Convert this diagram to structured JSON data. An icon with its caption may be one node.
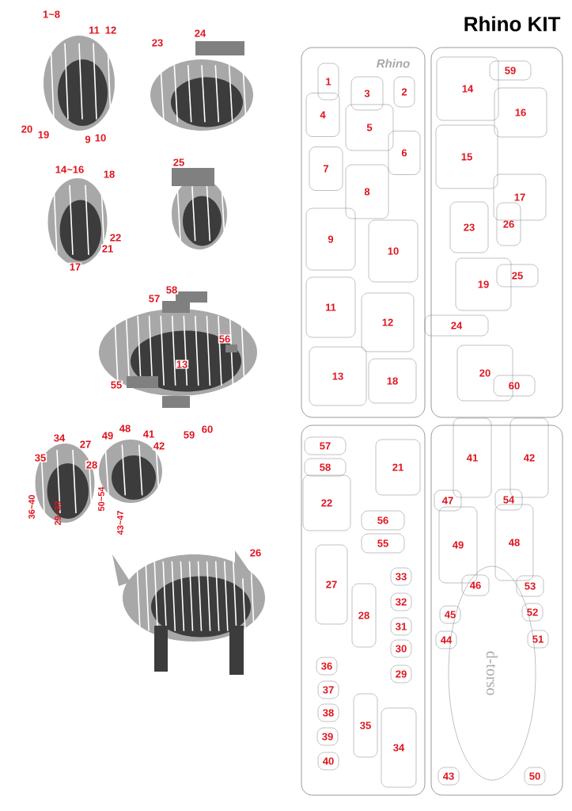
{
  "diagram": {
    "title": "Rhino KIT",
    "labels": [
      "1~8",
      "11",
      "12",
      "20",
      "19",
      "9",
      "10",
      "23",
      "24",
      "14~16",
      "18",
      "22",
      "21",
      "17",
      "25",
      "58",
      "57",
      "56",
      "13",
      "55",
      "59",
      "60",
      "34",
      "49",
      "48",
      "41",
      "27",
      "42",
      "35",
      "28",
      "36~40",
      "50~54",
      "29~33",
      "43~47",
      "26",
      "Rhino",
      "1",
      "3",
      "2",
      "4",
      "5",
      "6",
      "7",
      "8",
      "9",
      "10",
      "11",
      "12",
      "13",
      "18",
      "14",
      "59",
      "16",
      "15",
      "17",
      "23",
      "26",
      "19",
      "25",
      "24",
      "20",
      "60",
      "57",
      "58",
      "21",
      "22",
      "56",
      "55",
      "27",
      "33",
      "28",
      "32",
      "31",
      "30",
      "36",
      "29",
      "37",
      "38",
      "39",
      "35",
      "40",
      "34",
      "41",
      "42",
      "47",
      "54",
      "49",
      "48",
      "46",
      "53",
      "45",
      "52",
      "44",
      "51",
      "d-torso",
      "43",
      "50"
    ]
  }
}
